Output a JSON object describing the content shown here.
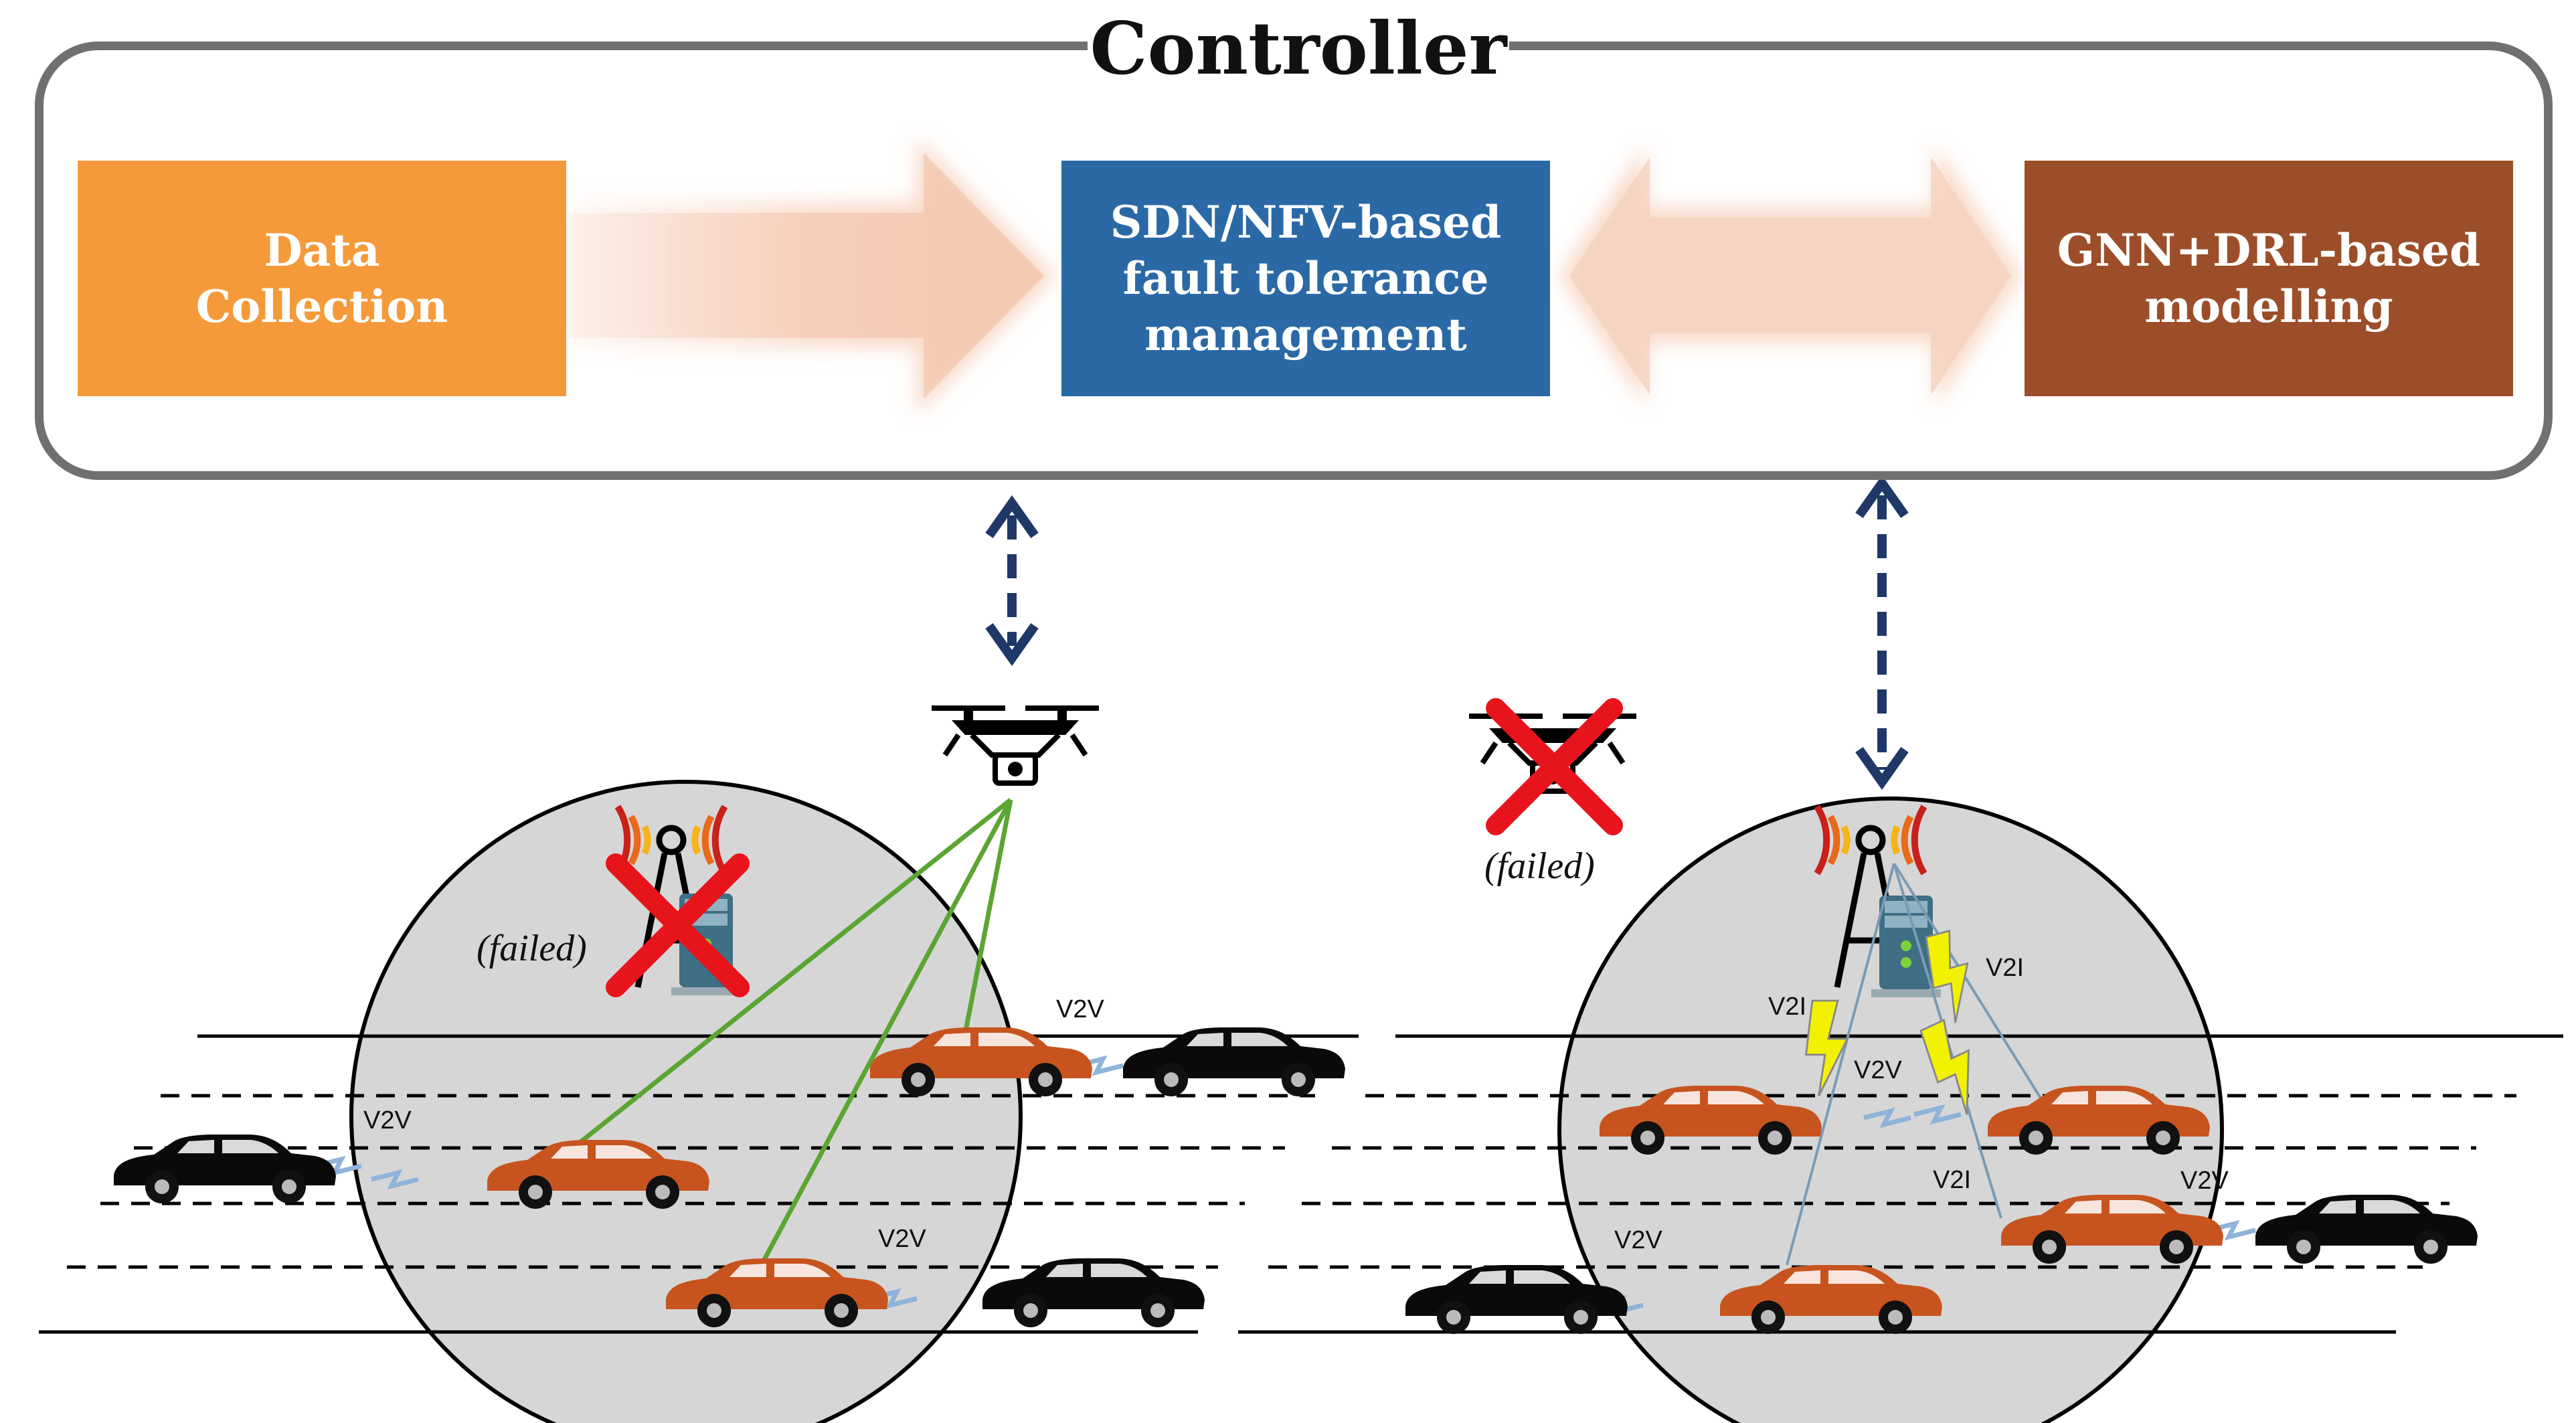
{
  "controller": {
    "title": "Controller",
    "boxes": {
      "data_collection": "Data\nCollection",
      "sdn_nfv": "SDN/NFV-based\nfault tolerance\nmanagement",
      "gnn_drl": "GNN+DRL-based\nmodelling"
    }
  },
  "left_cell": {
    "failed_label": "(failed)",
    "links": {
      "v2v_a": "V2V",
      "v2v_b": "V2V",
      "v2v_c": "V2V"
    }
  },
  "right_cell": {
    "failed_label": "(failed)",
    "links": {
      "v2i_a": "V2I",
      "v2i_b": "V2I",
      "v2i_c": "V2I",
      "v2v_a": "V2V",
      "v2v_b": "V2V",
      "v2v_c": "V2V"
    }
  },
  "colors": {
    "data_collection": "#F59A3A",
    "sdn_nfv": "#2A69A6",
    "gnn_drl": "#9B4E29",
    "frame": "#707070",
    "cell": "#D6D6D6",
    "car_orange": "#C7541E",
    "car_black": "#0a0a0a",
    "uav_link": "#5BA532",
    "failure_cross": "#E8141C",
    "control_arrow": "#1F3868",
    "v2i_bolt": "#F2F200"
  },
  "icons": [
    "drone-icon",
    "cell-tower-icon",
    "server-icon",
    "car-icon",
    "cross-icon",
    "lightning-icon"
  ]
}
